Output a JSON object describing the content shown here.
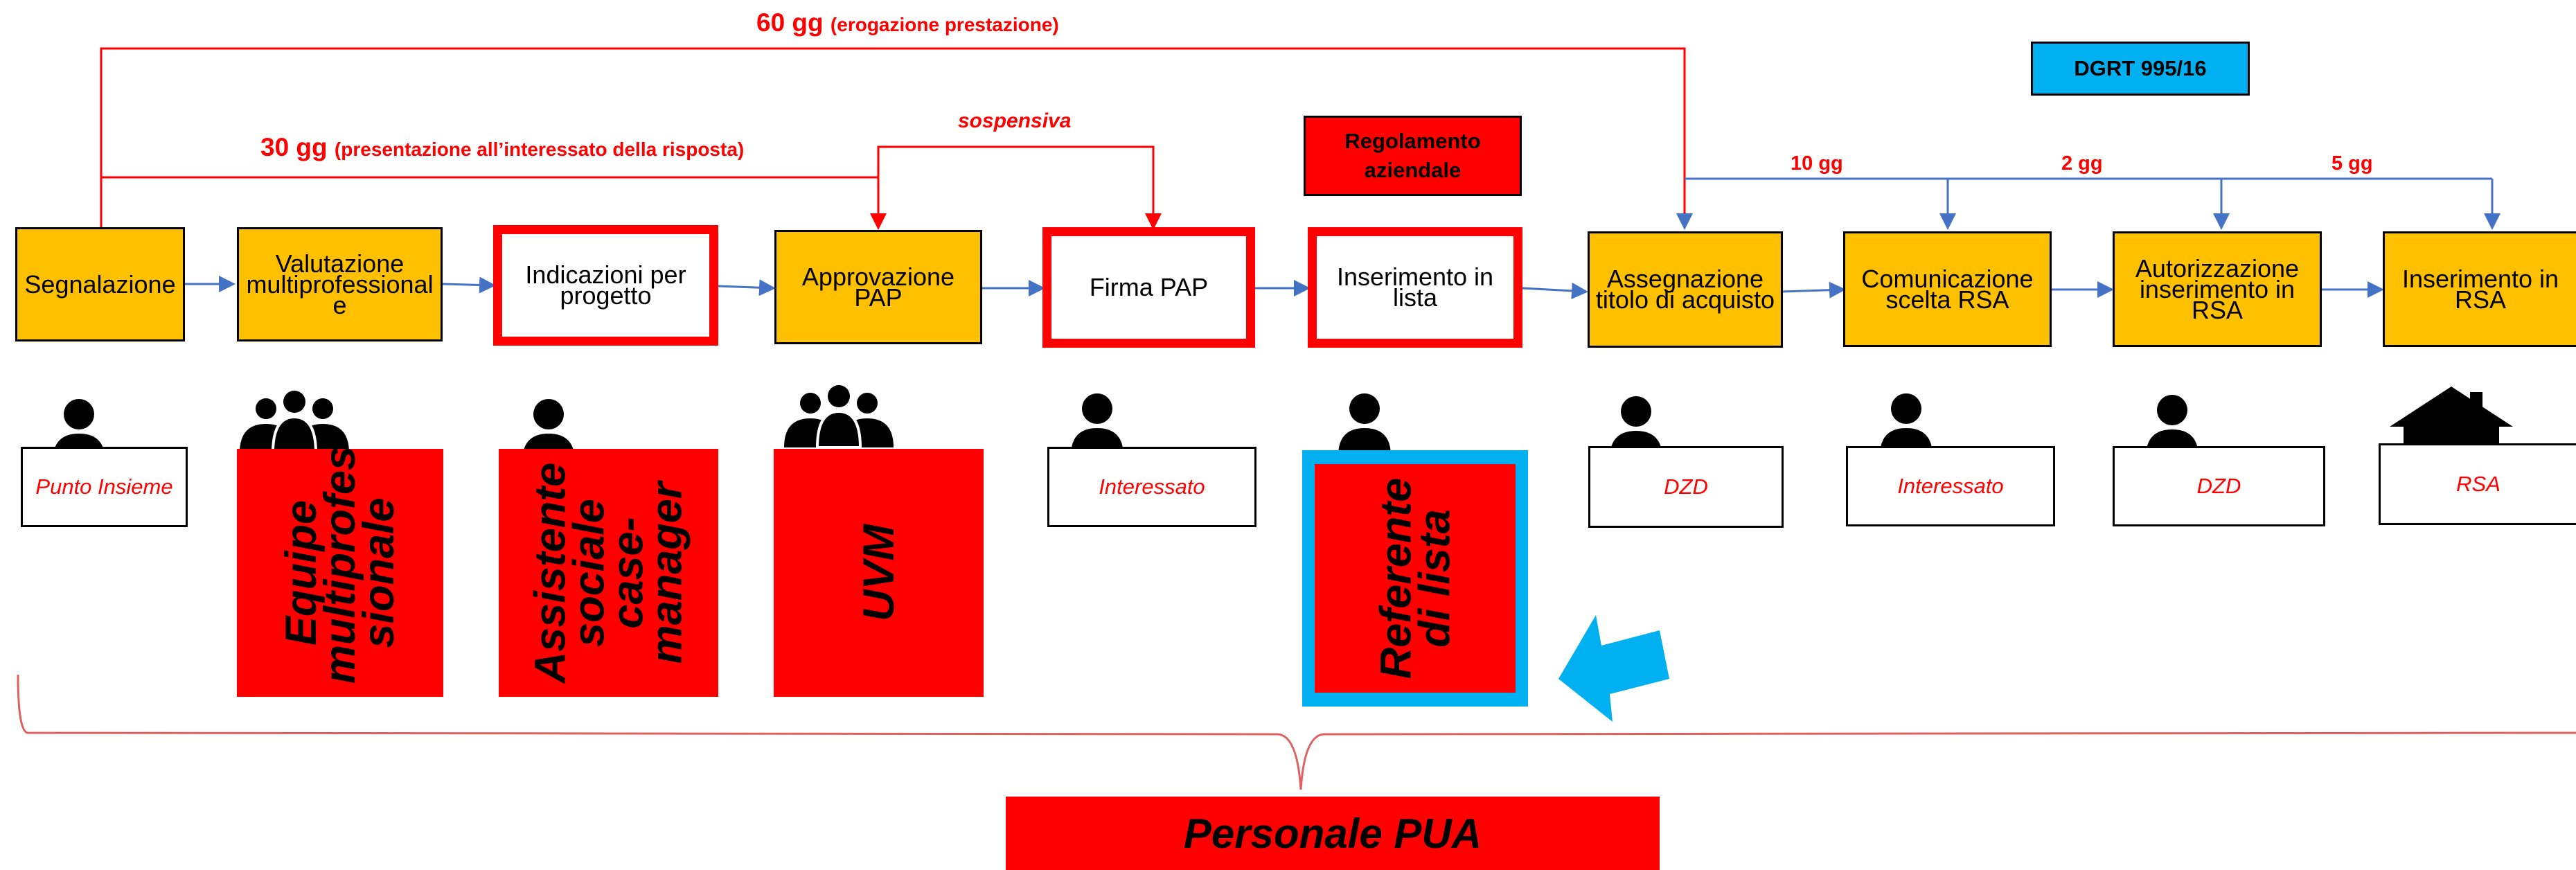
{
  "timings": {
    "t60": {
      "value": "60 gg",
      "detail": "(erogazione prestazione)"
    },
    "t30": {
      "value": "30 gg",
      "detail": "(presentazione all’interessato della risposta)"
    },
    "sospensiva": "sospensiva",
    "d10": "10 gg",
    "d2": "2 gg",
    "d5": "5 gg"
  },
  "badges": {
    "regolamento": "Regolamento aziendale",
    "dgrt": "DGRT 995/16"
  },
  "steps": [
    {
      "label": "Segnalazione"
    },
    {
      "label": "Valutazione multiprofessional e"
    },
    {
      "label": "Indicazioni per progetto"
    },
    {
      "label": "Approvazione PAP"
    },
    {
      "label": "Firma PAP"
    },
    {
      "label": "Inserimento in lista"
    },
    {
      "label": "Assegnazione titolo di acquisto"
    },
    {
      "label": "Comunicazione scelta RSA"
    },
    {
      "label": "Autorizzazione inserimento in RSA"
    },
    {
      "label": "Inserimento in RSA"
    }
  ],
  "actors": {
    "punto_insieme": "Punto Insieme",
    "interessato_1": "Interessato",
    "dzd_1": "DZD",
    "interessato_2": "Interessato",
    "dzd_2": "DZD",
    "rsa": "RSA"
  },
  "roles": {
    "equipe": "Equipe multiprofes sionale",
    "assistente": "Assistente sociale case-manager",
    "uvm": "UVM",
    "referente": "Referente di lista"
  },
  "footer": "Personale PUA",
  "colors": {
    "orange": "#FFC000",
    "red": "#FF0000",
    "blue_arrow": "#4472C4",
    "cyan": "#00B0F0",
    "black": "#000000"
  },
  "icons": [
    "person-icon",
    "group-icon",
    "house-icon",
    "pointer-arrow-icon"
  ]
}
